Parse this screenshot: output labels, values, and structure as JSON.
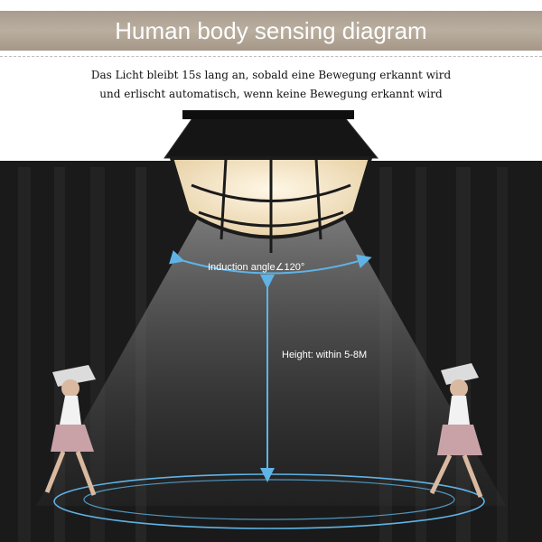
{
  "header": {
    "title": "Human body sensing diagram"
  },
  "description": {
    "line1": "Das Licht bleibt 15s lang an, sobald eine Bewegung erkannt wird",
    "line2": "und erlischt automatisch, wenn keine Bewegung erkannt wird"
  },
  "annotations": {
    "induction_angle": "Induction angle∠120°",
    "height": "Height: within 5-8M"
  },
  "colors": {
    "banner": "#b0a595",
    "background": "#1a1a1a",
    "arrow": "#5fb3e6",
    "lamp_glass": "#f2e6cf",
    "lamp_frame": "#1b1b1b"
  },
  "icons": [
    "ceiling-lamp-icon",
    "person-left-icon",
    "person-right-icon"
  ]
}
